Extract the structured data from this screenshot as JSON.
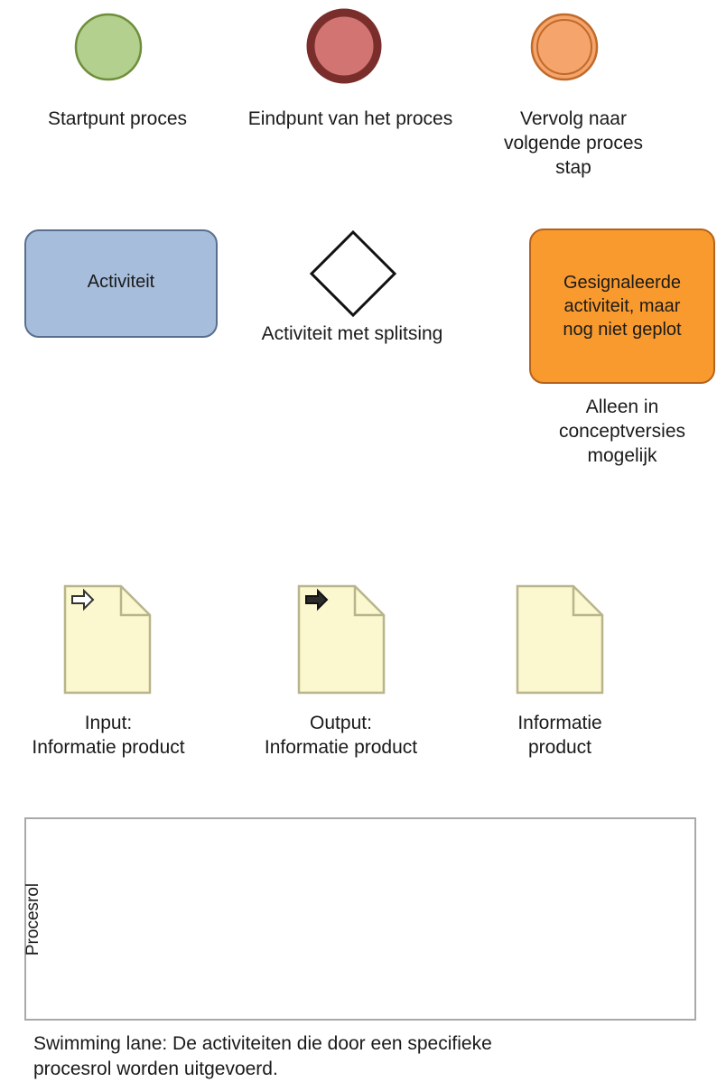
{
  "legend": {
    "start_label": "Startpunt proces",
    "end_label": "Eindpunt van  het proces",
    "next_label": "Vervolg naar\nvolgende proces\nstap",
    "activity_label": "Activiteit",
    "gateway_label": "Activiteit met splitsing",
    "signaled_label": "Gesignaleerde\nactiviteit, maar\nnog niet geplot",
    "signaled_note": "Alleen in\nconceptversies\nmogelijk",
    "input_label": "Input:\nInformatie product",
    "output_label": "Output:\nInformatie product",
    "info_label": "Informatie\nproduct",
    "lane_label": "Procesrol",
    "lane_caption": "Swimming lane: De activiteiten die door een specifieke\nprocesrol worden uitgevoerd."
  },
  "colors": {
    "start_fill": "#b3d08f",
    "start_stroke": "#6f8e3a",
    "end_fill": "#d27572",
    "end_stroke": "#7a2e2c",
    "next_fill": "#f5a46b",
    "next_stroke": "#c06a2a",
    "activity_fill": "#a6bddb",
    "activity_stroke": "#5a6f8e",
    "signaled_fill": "#f99a2e",
    "signaled_stroke": "#b5621c",
    "document_fill": "#fbf8cf",
    "document_stroke": "#b8b48c"
  },
  "icons": {
    "start": "circle-start-icon",
    "end": "circle-end-icon",
    "next": "circle-intermediate-icon",
    "gateway": "diamond-gateway-icon",
    "input_doc": "document-input-icon",
    "output_doc": "document-output-icon",
    "info_doc": "document-icon"
  }
}
